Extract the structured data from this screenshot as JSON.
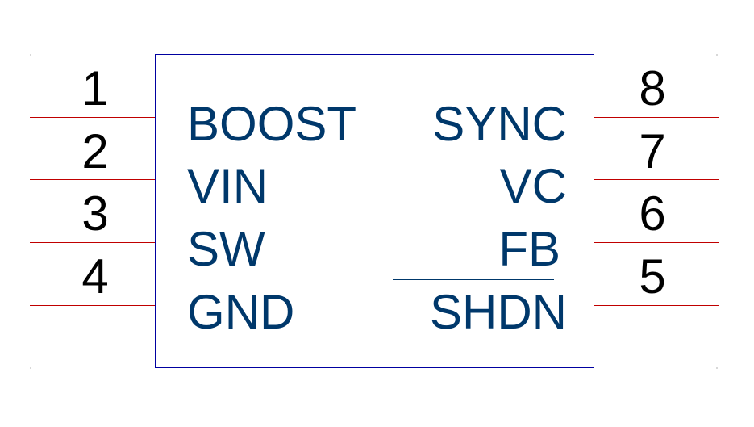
{
  "colors": {
    "body_outline": "#0000a0",
    "pin_line": "#c00000",
    "pin_label": "#00386b",
    "pin_number": "#000000",
    "background": "#ffffff"
  },
  "pins_left": [
    {
      "number": "1",
      "label": "BOOST"
    },
    {
      "number": "2",
      "label": "VIN"
    },
    {
      "number": "3",
      "label": "SW"
    },
    {
      "number": "4",
      "label": "GND"
    }
  ],
  "pins_right": [
    {
      "number": "8",
      "label": "SYNC"
    },
    {
      "number": "7",
      "label": "VC"
    },
    {
      "number": "6",
      "label": "FB"
    },
    {
      "number": "5",
      "label": "SHDN",
      "overbar": true
    }
  ]
}
